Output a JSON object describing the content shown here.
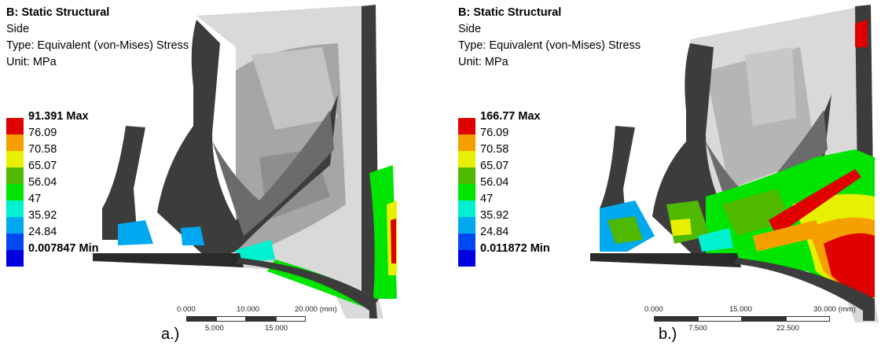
{
  "panels": [
    {
      "header": {
        "title": "B: Static Structural",
        "view": "Side",
        "type": "Type: Equivalent (von-Mises) Stress",
        "unit": "Unit: MPa"
      },
      "legend": [
        {
          "label": "91.391 Max",
          "color": "#e00000"
        },
        {
          "label": "76.09",
          "color": "#f5a000"
        },
        {
          "label": "70.58",
          "color": "#e6f000"
        },
        {
          "label": "65.07",
          "color": "#4fb800"
        },
        {
          "label": "56.04",
          "color": "#00e400"
        },
        {
          "label": "47",
          "color": "#00f0d0"
        },
        {
          "label": "35.92",
          "color": "#00a8f0"
        },
        {
          "label": "24.84",
          "color": "#0048f0"
        },
        {
          "label": "0.007847 Min",
          "color": ""
        }
      ],
      "scale": {
        "top_labels": [
          "0.000",
          "10.000",
          "20.000 (mm)"
        ],
        "bottom_labels": [
          "5.000",
          "15.000"
        ]
      },
      "caption": "a.)"
    },
    {
      "header": {
        "title": "B: Static Structural",
        "view": "Side",
        "type": "Type: Equivalent (von-Mises) Stress",
        "unit": "Unit: MPa"
      },
      "legend": [
        {
          "label": "166.77 Max",
          "color": "#e00000"
        },
        {
          "label": "76.09",
          "color": "#f5a000"
        },
        {
          "label": "70.58",
          "color": "#e6f000"
        },
        {
          "label": "65.07",
          "color": "#4fb800"
        },
        {
          "label": "56.04",
          "color": "#00e400"
        },
        {
          "label": "47",
          "color": "#00f0d0"
        },
        {
          "label": "35.92",
          "color": "#00a8f0"
        },
        {
          "label": "24.84",
          "color": "#0048f0"
        },
        {
          "label": "0.011872 Min",
          "color": ""
        }
      ],
      "scale": {
        "top_labels": [
          "0.000",
          "15.000",
          "30.000 (mm)"
        ],
        "bottom_labels": [
          "7.500",
          "22.500"
        ]
      },
      "caption": "b.)"
    }
  ],
  "colors": {
    "lowest_band": "#0000e0",
    "hub_light": "#d9d9d9",
    "blade_dark": "#3c3c3c",
    "mid_gray": "#8e8e8e"
  }
}
